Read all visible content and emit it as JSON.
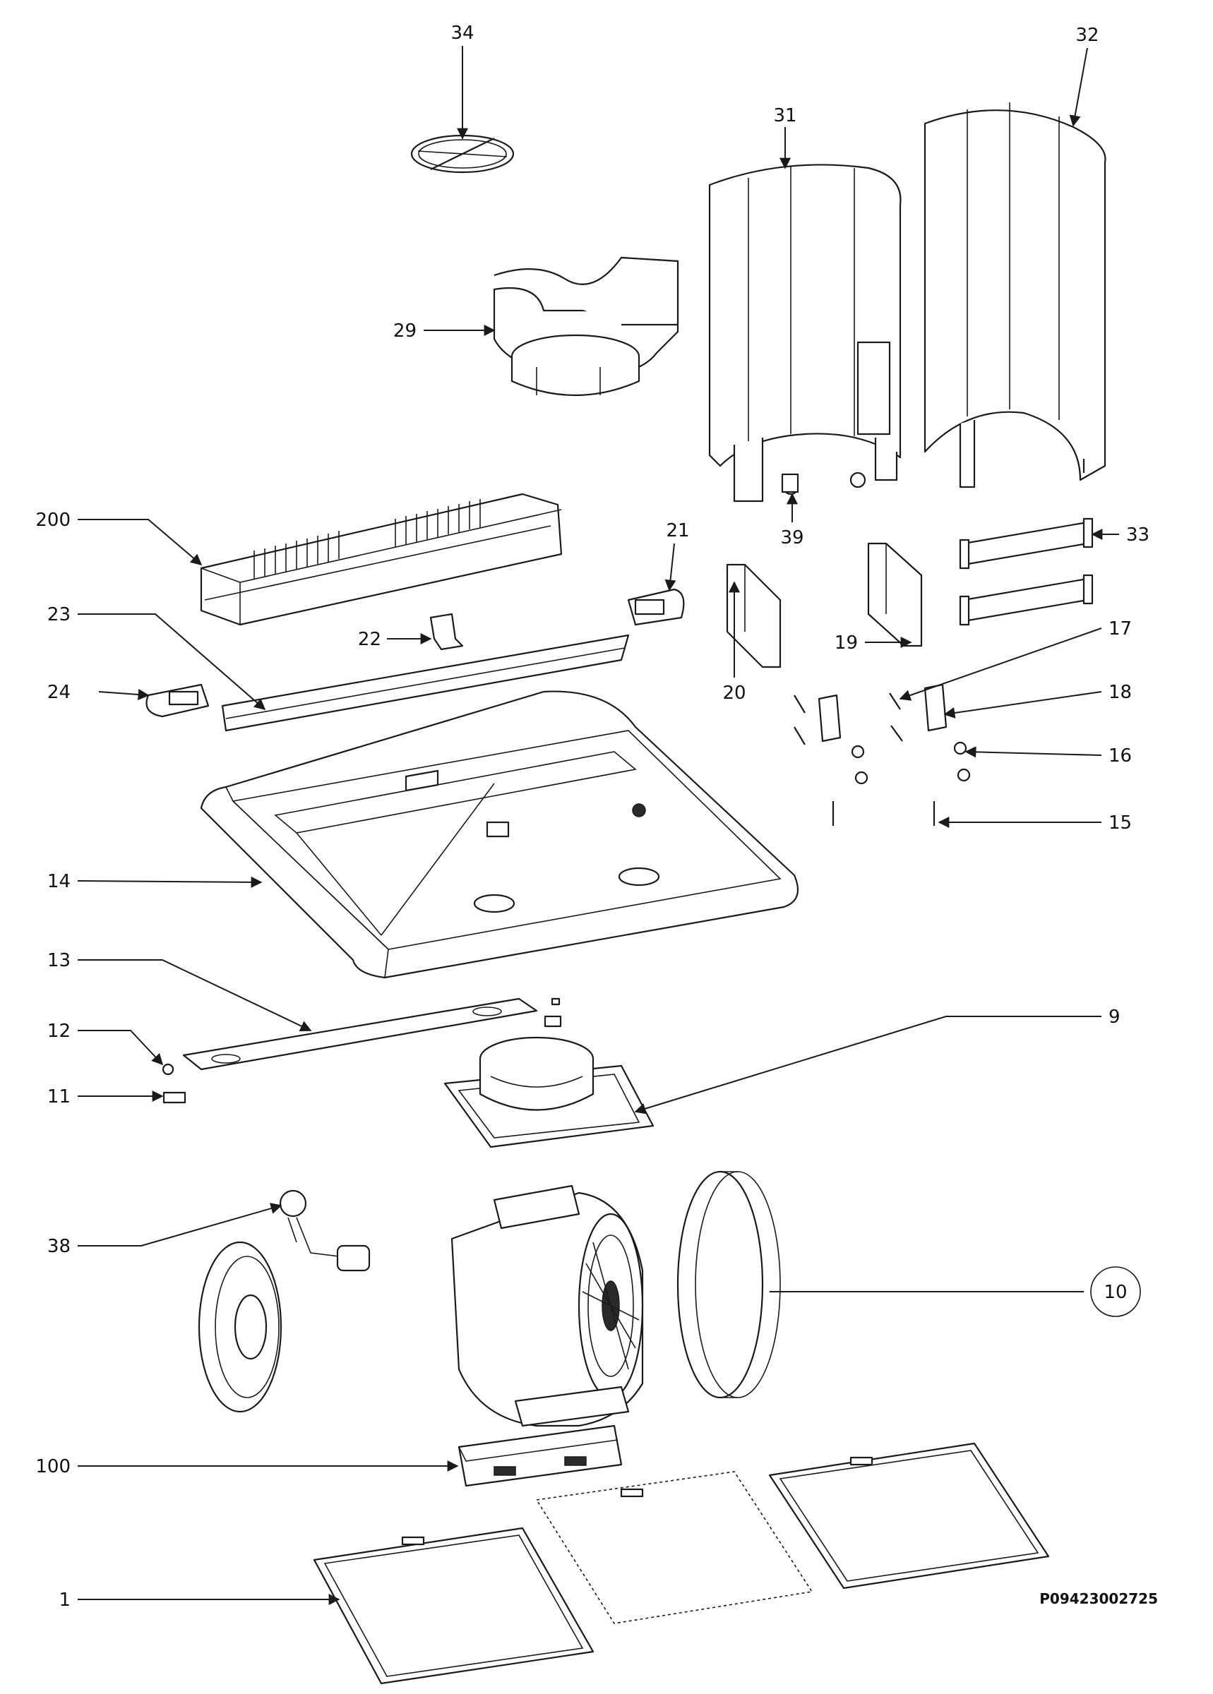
{
  "callouts": {
    "c1": "1",
    "c9": "9",
    "c10": "10",
    "c11": "11",
    "c12": "12",
    "c13": "13",
    "c14": "14",
    "c15": "15",
    "c16": "16",
    "c17": "17",
    "c18": "18",
    "c19": "19",
    "c20": "20",
    "c21": "21",
    "c22": "22",
    "c23": "23",
    "c24": "24",
    "c29": "29",
    "c31": "31",
    "c32": "32",
    "c33": "33",
    "c34": "34",
    "c38": "38",
    "c39": "39",
    "c100": "100",
    "c200": "200"
  },
  "drawing_code": "P09423002725"
}
